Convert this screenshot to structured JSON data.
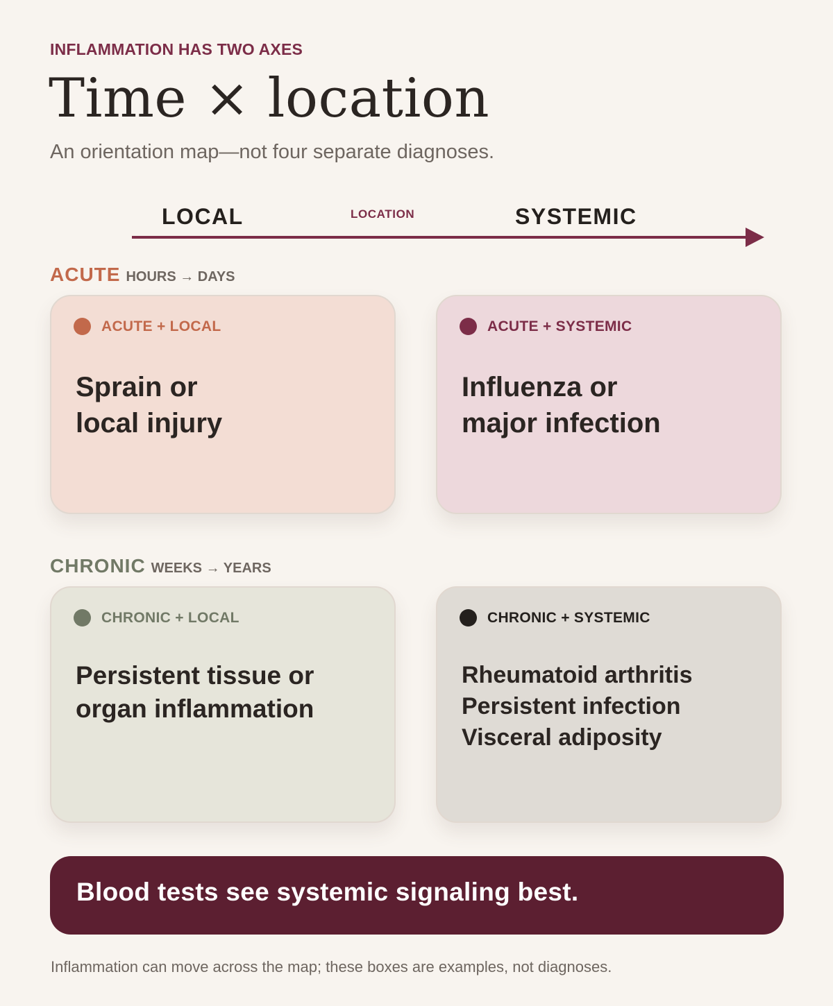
{
  "eyebrow": "INFLAMMATION HAS TWO AXES",
  "title": "Time × location",
  "subtitle": "An orientation map—not four separate diagnoses.",
  "location_axis": {
    "left_label": "LOCAL",
    "title": "LOCATION",
    "right_label": "SYSTEMIC"
  },
  "rows": {
    "acute": {
      "name": "ACUTE",
      "span": "HOURS → DAYS",
      "color": "#c2694b"
    },
    "chronic": {
      "name": "CHRONIC",
      "span": "WEEKS → YEARS",
      "color": "#717966"
    }
  },
  "cards": {
    "acute_local": {
      "tag": "ACUTE + LOCAL",
      "lines": [
        "Sprain or",
        "local injury"
      ],
      "dot_color": "#c2694b",
      "bg": "#f3ddd4"
    },
    "acute_systemic": {
      "tag": "ACUTE + SYSTEMIC",
      "lines": [
        "Influenza or",
        "major infection"
      ],
      "dot_color": "#7c2d48",
      "bg": "#edd8dc"
    },
    "chronic_local": {
      "tag": "CHRONIC + LOCAL",
      "lines": [
        "Persistent tissue or",
        "organ inflammation"
      ],
      "dot_color": "#717966",
      "bg": "#e6e5da"
    },
    "chronic_systemic": {
      "tag": "CHRONIC + SYSTEMIC",
      "items": [
        "Rheumatoid arthritis",
        "Persistent infection",
        "Visceral adiposity"
      ],
      "dot_color": "#24201d",
      "bg": "#dfdbd5"
    }
  },
  "banner": "Blood tests see systemic signaling best.",
  "footnote": "Inflammation can move across the map; these boxes are examples, not diagnoses.",
  "colors": {
    "accent": "#7c2d48",
    "banner_bg": "#5c1f31",
    "page_bg": "#f8f4ef"
  }
}
